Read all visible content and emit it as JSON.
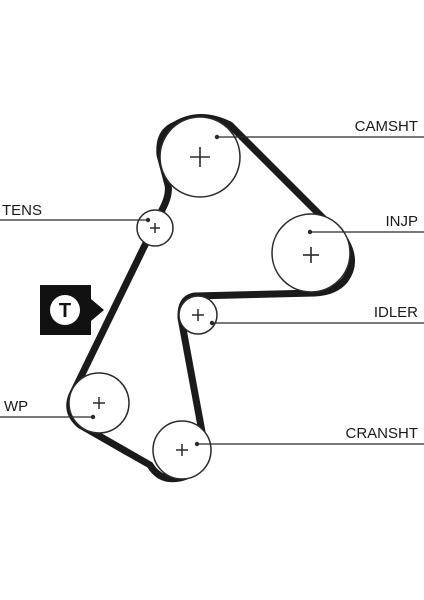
{
  "labels": {
    "camshaft": "CAMSHT",
    "tensioner": "TENS",
    "injection_pump": "INJP",
    "idler": "IDLER",
    "water_pump": "WP",
    "crankshaft": "CRANSHT"
  },
  "tensioner_badge": "T",
  "colors": {
    "belt": "#1a1a1a",
    "pulley": "#2a2a2a",
    "badge": "#111111"
  }
}
